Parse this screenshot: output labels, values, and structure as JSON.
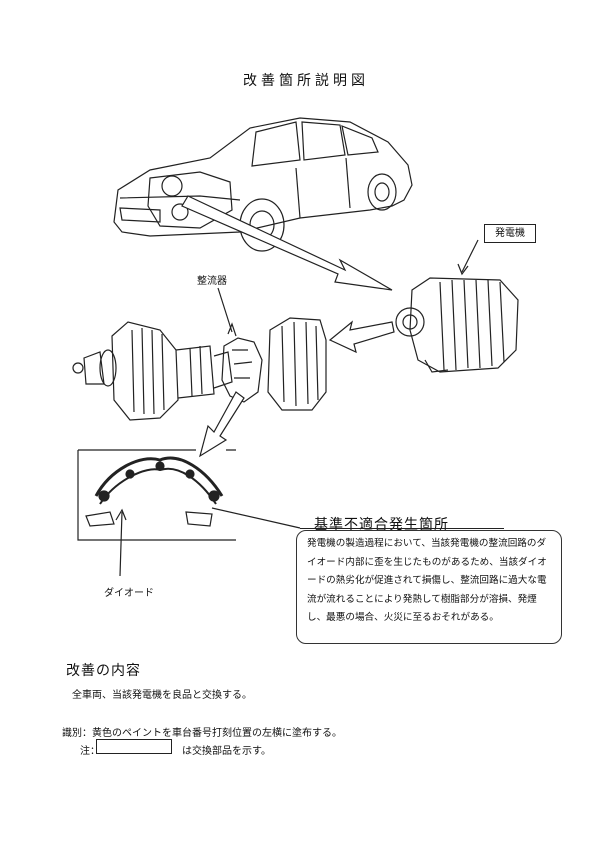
{
  "title": "改善箇所説明図",
  "labels": {
    "generator": "発電機",
    "rectifier": "整流器",
    "diode": "ダイオード",
    "nonconformity": "基準不適合発生箇所"
  },
  "description": "発電機の製造過程において、当該発電機の整流回路のダイオード内部に歪を生じたものがあるため、当該ダイオードの熱劣化が促進されて損傷し、整流回路に過大な電流が流れることにより発熱して樹脂部分が溶損、発煙し、最悪の場合、火災に至るおそれがある。",
  "improvement": {
    "heading": "改善の内容",
    "body": "全車両、当該発電機を良品と交換する。"
  },
  "identification": "識別：黄色のペイントを車台番号打刻位置の左横に塗布する。",
  "note": {
    "label": "注：",
    "text": "は交換部品を示す。"
  }
}
